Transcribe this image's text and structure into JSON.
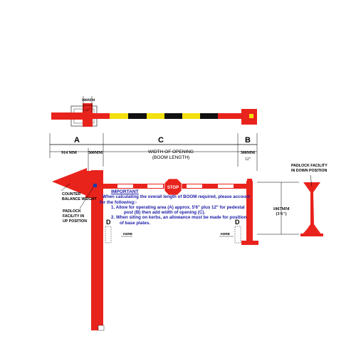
{
  "plan_labels": {
    "depth_mm": "300MM",
    "depth_in": "12\""
  },
  "sections": {
    "a": "A",
    "b": "B",
    "c": "C",
    "d": "D"
  },
  "dimensions": {
    "a_mm": "914 MM",
    "post_mm": "300MM",
    "b_mm": "300MM",
    "b_in": "12\"",
    "opening_line1": "WIDTH OF OPENING",
    "opening_line2": "(BOOM LENGTH)",
    "height_mm": "1067MM",
    "height_in": "(3'6\")"
  },
  "callouts": {
    "counter_weight_1": "COUNTER",
    "counter_weight_2": "BALANCE WEIGHT",
    "padlock_up_1": "PADLOCK",
    "padlock_up_2": "FACILITY IN",
    "padlock_up_3": "UP POSITION",
    "padlock_down_1": "PADLOCK FACILITY",
    "padlock_down_2": "IN DOWN POSITION",
    "kerb_left": "KERB",
    "kerb_right": "KERB",
    "stop_sign": "STOP"
  },
  "note": {
    "heading": "IMPORTANT",
    "l1": "When calculating the overall length of BOOM required, please account",
    "l2": "for the following:-",
    "l3": "1.  Allow for operating area (A) approx. 5'6\" plus 12\" for pedestal",
    "l4": "post (B) then add width of opening (C).",
    "l5": "2.  When siting on kerbs, an allowance must be made for position",
    "l6": "of base plates."
  },
  "colors": {
    "red": "#e8231c",
    "yellow": "#f2e011",
    "black": "#111111",
    "note_blue": "#1a1aa8"
  }
}
